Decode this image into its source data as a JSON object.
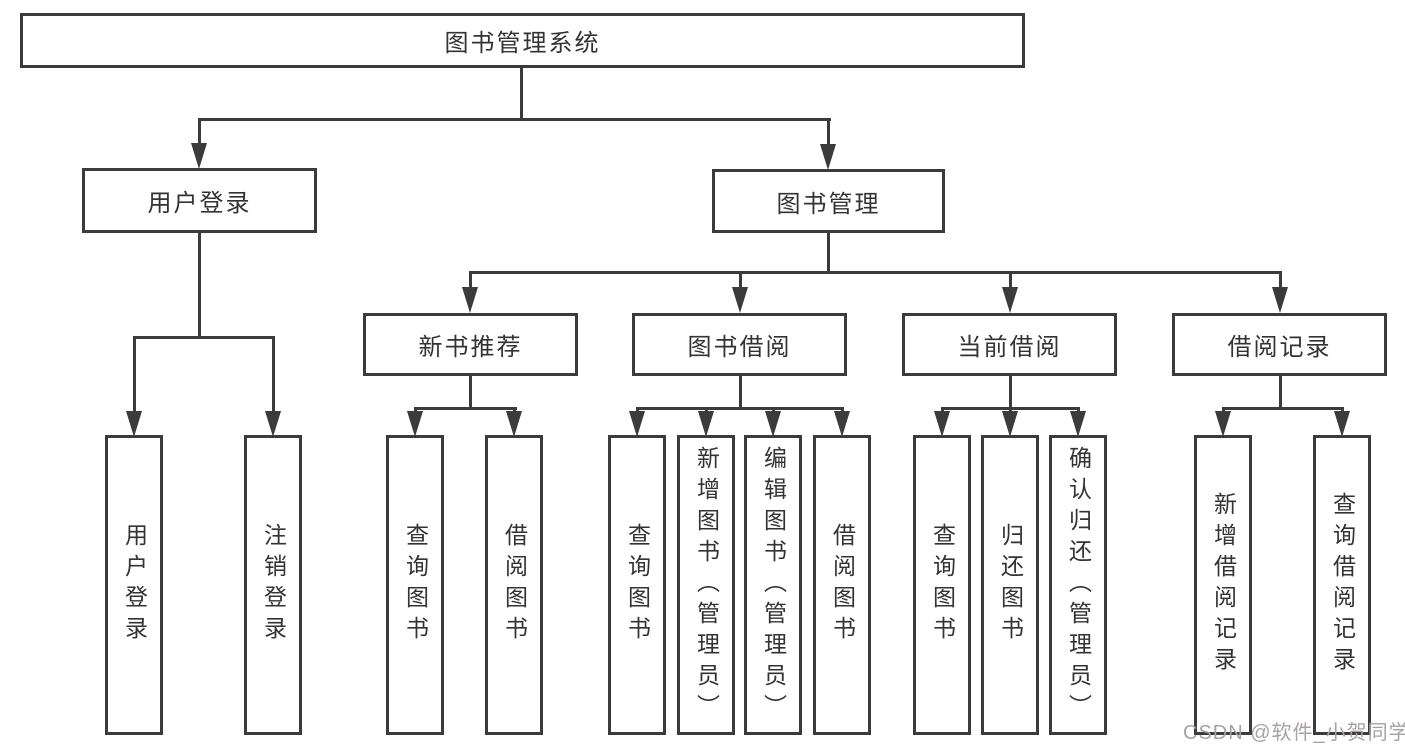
{
  "tree": {
    "label": "图书管理系统",
    "children": [
      {
        "label": "用户登录",
        "children": [
          {
            "label": "用户登录"
          },
          {
            "label": "注销登录"
          }
        ]
      },
      {
        "label": "图书管理",
        "children": [
          {
            "label": "新书推荐",
            "children": [
              {
                "label": "查询图书"
              },
              {
                "label": "借阅图书"
              }
            ]
          },
          {
            "label": "图书借阅",
            "children": [
              {
                "label": "查询图书"
              },
              {
                "label": "新增图书（管理员）"
              },
              {
                "label": "编辑图书（管理员）"
              },
              {
                "label": "借阅图书"
              }
            ]
          },
          {
            "label": "当前借阅",
            "children": [
              {
                "label": "查询图书"
              },
              {
                "label": "归还图书"
              },
              {
                "label": "确认归还（管理员）"
              }
            ]
          },
          {
            "label": "借阅记录",
            "children": [
              {
                "label": "新增借阅记录"
              },
              {
                "label": "查询借阅记录"
              }
            ]
          }
        ]
      }
    ]
  },
  "watermark": {
    "text": "CSDN @软件_小贺同学"
  },
  "colors": {
    "line": "#3b3b3b",
    "text": "#333333",
    "watermark": "#a8a2a2",
    "background": "#ffffff"
  }
}
